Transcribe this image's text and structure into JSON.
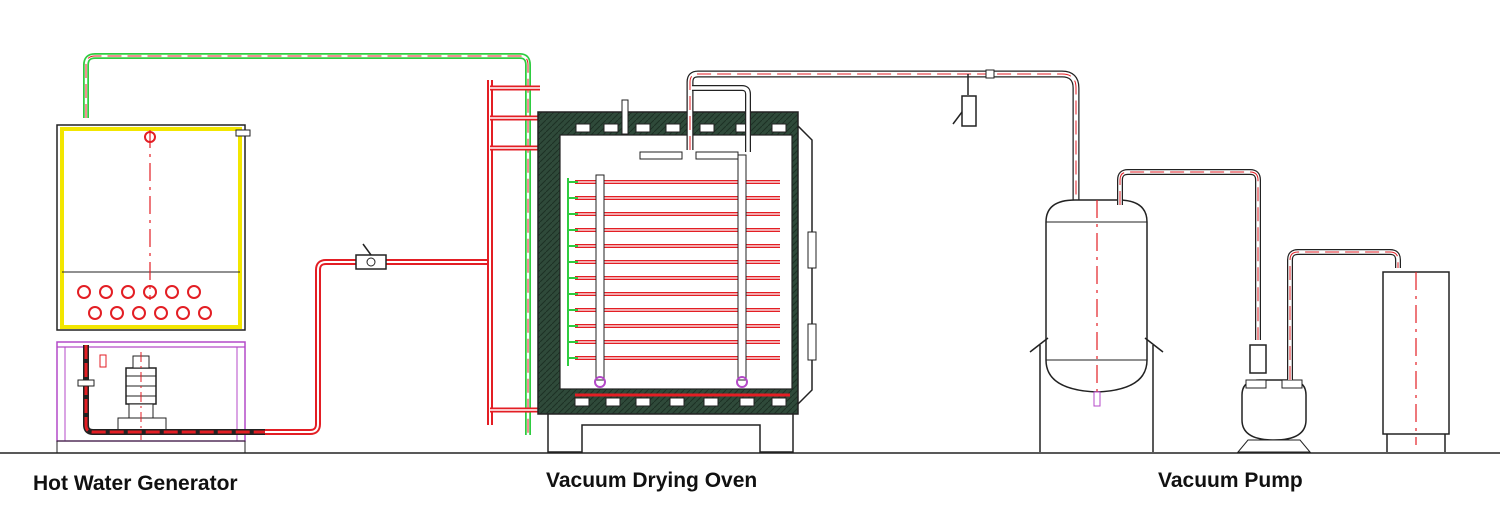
{
  "labels": {
    "hot_water_generator": "Hot Water Generator",
    "vacuum_drying_oven": "Vacuum Drying Oven",
    "vacuum_pump": "Vacuum Pump"
  },
  "colors": {
    "pipe_red": "#e31e24",
    "pipe_green": "#2ecc40",
    "tank_yellow": "#f2e600",
    "frame_magenta": "#b44ac8",
    "oven_insulation": "#2f4a3a",
    "outline": "#222222"
  }
}
